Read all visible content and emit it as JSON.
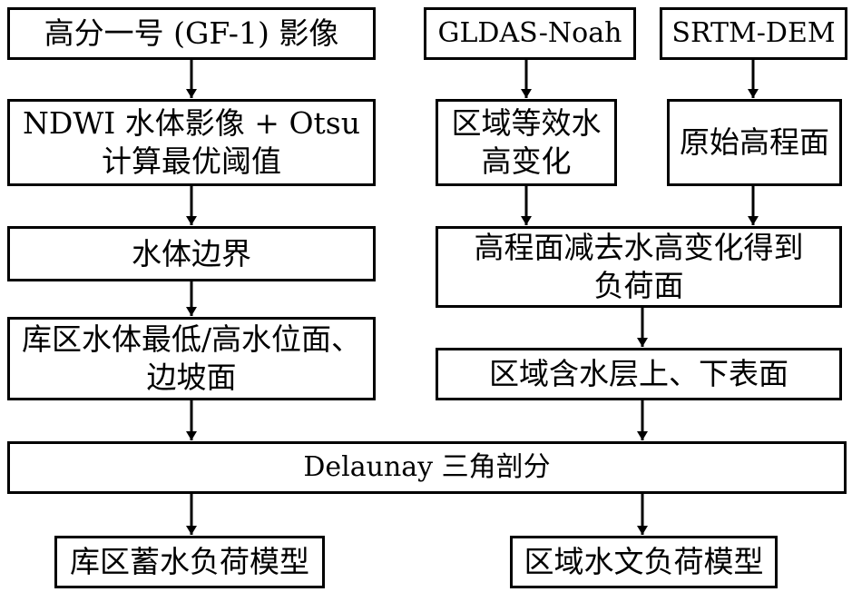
{
  "nodes": {
    "gf1": [
      "高分一号 (GF-1) 影像"
    ],
    "ndwi": [
      "NDWI 水体影像 + Otsu",
      "计算最优阈值"
    ],
    "boundary": [
      "水体边界"
    ],
    "reservoir_surface": [
      "库区水体最低/高水位面、",
      "边坡面"
    ],
    "gldas": [
      "GLDAS-Noah"
    ],
    "srtm": [
      "SRTM-DEM"
    ],
    "water_change": [
      "区域等效水",
      "高变化"
    ],
    "original_elev": [
      "原始高程面"
    ],
    "subtract": [
      "高程面减去水高变化得到",
      "负荷面"
    ],
    "aquifer": [
      "区域含水层上、下表面"
    ],
    "delaunay": [
      "Delaunay 三角剖分"
    ],
    "reservoir_model": [
      "库区蓄水负荷模型"
    ],
    "hydro_model": [
      "区域水文负荷模型"
    ]
  }
}
